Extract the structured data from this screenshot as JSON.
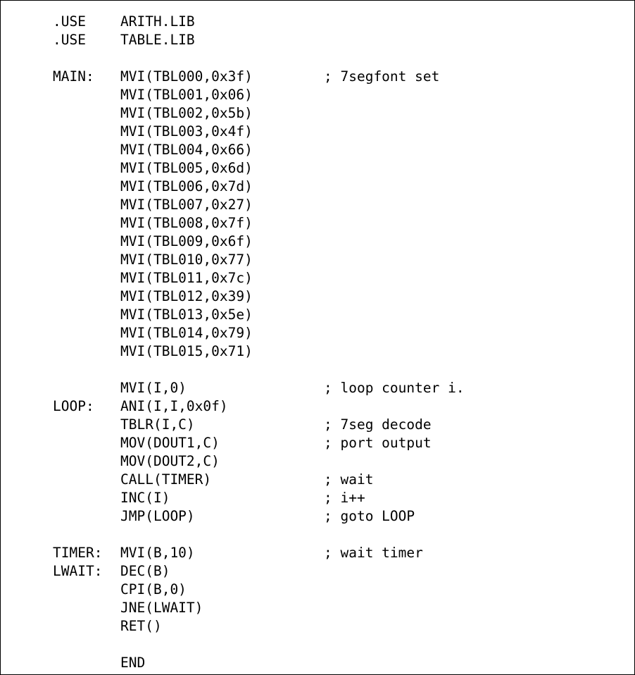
{
  "listing": {
    "lines": [
      {
        "label": ".USE",
        "instr": "ARITH.LIB",
        "comment": ""
      },
      {
        "label": ".USE",
        "instr": "TABLE.LIB",
        "comment": ""
      },
      {
        "label": "",
        "instr": "",
        "comment": ""
      },
      {
        "label": "MAIN:",
        "instr": "MVI(TBL000,0x3f)",
        "comment": "; 7segfont set"
      },
      {
        "label": "",
        "instr": "MVI(TBL001,0x06)",
        "comment": ""
      },
      {
        "label": "",
        "instr": "MVI(TBL002,0x5b)",
        "comment": ""
      },
      {
        "label": "",
        "instr": "MVI(TBL003,0x4f)",
        "comment": ""
      },
      {
        "label": "",
        "instr": "MVI(TBL004,0x66)",
        "comment": ""
      },
      {
        "label": "",
        "instr": "MVI(TBL005,0x6d)",
        "comment": ""
      },
      {
        "label": "",
        "instr": "MVI(TBL006,0x7d)",
        "comment": ""
      },
      {
        "label": "",
        "instr": "MVI(TBL007,0x27)",
        "comment": ""
      },
      {
        "label": "",
        "instr": "MVI(TBL008,0x7f)",
        "comment": ""
      },
      {
        "label": "",
        "instr": "MVI(TBL009,0x6f)",
        "comment": ""
      },
      {
        "label": "",
        "instr": "MVI(TBL010,0x77)",
        "comment": ""
      },
      {
        "label": "",
        "instr": "MVI(TBL011,0x7c)",
        "comment": ""
      },
      {
        "label": "",
        "instr": "MVI(TBL012,0x39)",
        "comment": ""
      },
      {
        "label": "",
        "instr": "MVI(TBL013,0x5e)",
        "comment": ""
      },
      {
        "label": "",
        "instr": "MVI(TBL014,0x79)",
        "comment": ""
      },
      {
        "label": "",
        "instr": "MVI(TBL015,0x71)",
        "comment": ""
      },
      {
        "label": "",
        "instr": "",
        "comment": ""
      },
      {
        "label": "",
        "instr": "MVI(I,0)",
        "comment": "; loop counter i."
      },
      {
        "label": "LOOP:",
        "instr": "ANI(I,I,0x0f)",
        "comment": ""
      },
      {
        "label": "",
        "instr": "TBLR(I,C)",
        "comment": "; 7seg decode"
      },
      {
        "label": "",
        "instr": "MOV(DOUT1,C)",
        "comment": "; port output"
      },
      {
        "label": "",
        "instr": "MOV(DOUT2,C)",
        "comment": ""
      },
      {
        "label": "",
        "instr": "CALL(TIMER)",
        "comment": "; wait"
      },
      {
        "label": "",
        "instr": "INC(I)",
        "comment": "; i++"
      },
      {
        "label": "",
        "instr": "JMP(LOOP)",
        "comment": "; goto LOOP"
      },
      {
        "label": "",
        "instr": "",
        "comment": ""
      },
      {
        "label": "TIMER:",
        "instr": "MVI(B,10)",
        "comment": "; wait timer"
      },
      {
        "label": "LWAIT:",
        "instr": "DEC(B)",
        "comment": ""
      },
      {
        "label": "",
        "instr": "CPI(B,0)",
        "comment": ""
      },
      {
        "label": "",
        "instr": "JNE(LWAIT)",
        "comment": ""
      },
      {
        "label": "",
        "instr": "RET()",
        "comment": ""
      },
      {
        "label": "",
        "instr": "",
        "comment": ""
      },
      {
        "label": "",
        "instr": "END",
        "comment": ""
      }
    ]
  }
}
